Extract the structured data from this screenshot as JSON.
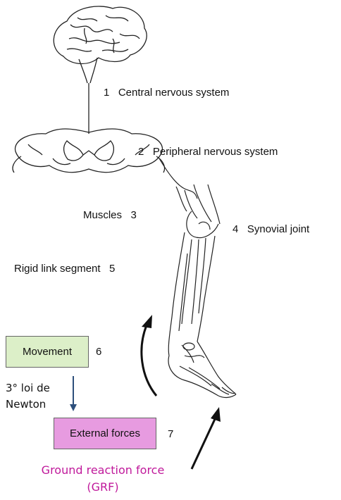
{
  "labels": {
    "central": "1   Central nervous system",
    "peripheral": "2   Peripheral nervous system",
    "muscles": "Muscles   3",
    "synovial": "4   Synovial joint",
    "rigid": "Rigid link segment   5",
    "movement_num": "6",
    "external_num": "7"
  },
  "boxes": {
    "movement": "Movement",
    "external": "External forces"
  },
  "newton": {
    "line1": "3° loi de",
    "line2": "Newton"
  },
  "grf": {
    "line1": "Ground reaction force",
    "line2": "(GRF)"
  },
  "colors": {
    "movement_fill": "#dcefc8",
    "external_fill": "#e79be0",
    "grf_text": "#c0199b",
    "newton_arrow": "#2d4f7c"
  }
}
